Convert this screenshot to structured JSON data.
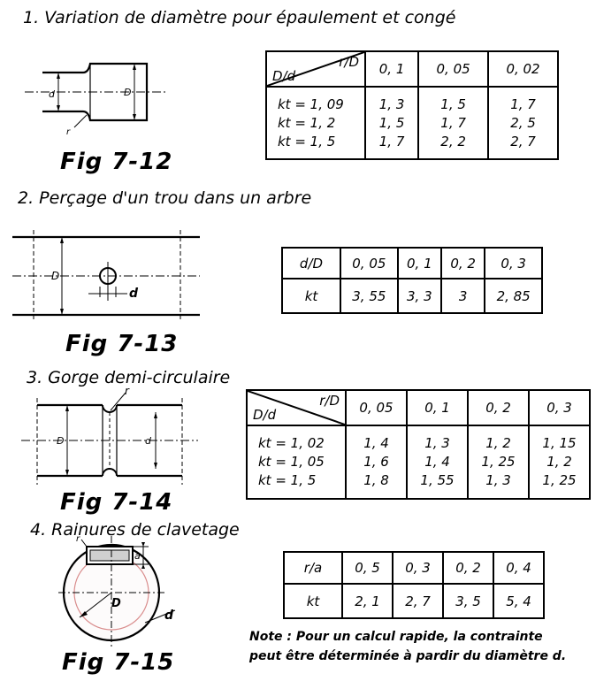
{
  "sections": [
    {
      "heading": "1. Variation de diamètre pour épaulement et congé",
      "figure": {
        "label": "Fig 7-12",
        "symbols": [
          "d",
          "D",
          "r"
        ]
      },
      "table": {
        "corner_top": "r/D",
        "corner_bottom": "D/d",
        "columns": [
          "0, 1",
          "0, 05",
          "0, 02"
        ],
        "row_labels": [
          "kt = 1, 09",
          "kt = 1, 2",
          "kt = 1, 5"
        ],
        "values": [
          [
            "1, 3",
            "1, 5",
            "1, 7"
          ],
          [
            "1, 5",
            "1, 7",
            "2, 5"
          ],
          [
            "1, 7",
            "2, 2",
            "2, 7"
          ]
        ]
      }
    },
    {
      "heading": "2. Perçage d'un trou dans un arbre",
      "figure": {
        "label": "Fig 7-13",
        "symbols": [
          "D",
          "d"
        ]
      },
      "table": {
        "header_label": "d/D",
        "columns": [
          "0, 05",
          "0, 1",
          "0, 2",
          "0, 3"
        ],
        "row_label": "kt",
        "values": [
          "3, 55",
          "3, 3",
          "3",
          "2, 85"
        ]
      }
    },
    {
      "heading": "3. Gorge demi-circulaire",
      "figure": {
        "label": "Fig 7-14",
        "symbols": [
          "r",
          "D",
          "d"
        ]
      },
      "table": {
        "corner_top": "r/D",
        "corner_bottom": "D/d",
        "columns": [
          "0, 05",
          "0, 1",
          "0, 2",
          "0, 3"
        ],
        "row_labels": [
          "kt = 1, 02",
          "kt = 1, 05",
          "kt = 1, 5"
        ],
        "values": [
          [
            "1, 4",
            "1, 3",
            "1, 2",
            "1, 15"
          ],
          [
            "1, 6",
            "1, 4",
            "1, 25",
            "1, 2"
          ],
          [
            "1, 8",
            "1, 55",
            "1, 3",
            "1, 25"
          ]
        ]
      }
    },
    {
      "heading": "4. Rainures de clavetage",
      "figure": {
        "label": "Fig 7-15",
        "symbols": [
          "r",
          "a",
          "D",
          "d"
        ]
      },
      "table": {
        "header_label": "r/a",
        "columns": [
          "0, 5",
          "0, 3",
          "0, 2",
          "0, 4"
        ],
        "row_label": "kt",
        "values": [
          "2, 1",
          "2, 7",
          "3, 5",
          "5, 4"
        ]
      }
    }
  ],
  "note": {
    "line1": "Note : Pour un calcul rapide,  la contrainte",
    "line2": "peut être déterminée à pardir du diamètre d."
  }
}
